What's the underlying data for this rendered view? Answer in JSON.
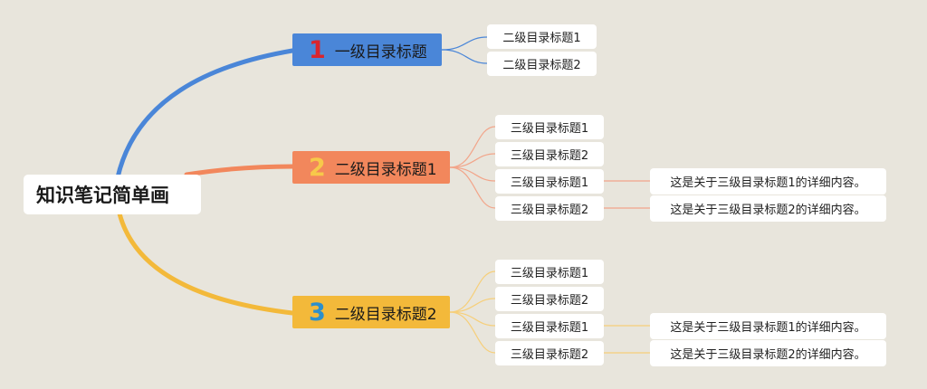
{
  "root": {
    "label": "知识笔记简单画"
  },
  "colors": {
    "branch1": "#4a86d8",
    "branch2": "#f2875c",
    "branch3": "#f3b93a",
    "num1": "#d9252e",
    "num2": "#f7c94a",
    "num3": "#2d8fcb",
    "line1": "#4a86d8",
    "line2": "#f2a58a",
    "line3": "#f6cf7a"
  },
  "branches": [
    {
      "number": "1",
      "label": "一级目录标题",
      "children": [
        "二级目录标题1",
        "二级目录标题2"
      ],
      "details": []
    },
    {
      "number": "2",
      "label": "二级目录标题1",
      "children": [
        "三级目录标题1",
        "三级目录标题2",
        "三级目录标题1",
        "三级目录标题2"
      ],
      "details": [
        "这是关于三级目录标题1的详细内容。",
        "这是关于三级目录标题2的详细内容。"
      ]
    },
    {
      "number": "3",
      "label": "二级目录标题2",
      "children": [
        "三级目录标题1",
        "三级目录标题2",
        "三级目录标题1",
        "三级目录标题2"
      ],
      "details": [
        "这是关于三级目录标题1的详细内容。",
        "这是关于三级目录标题2的详细内容。"
      ]
    }
  ]
}
